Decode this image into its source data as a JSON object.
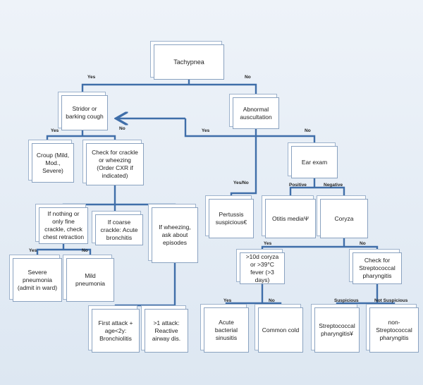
{
  "nodes": {
    "tachypnea": "Tachypnea",
    "stridor": "Stridor or barking cough",
    "abnormal": "Abnormal auscultation",
    "croup": "Croup (Mild, Mod., Severe)",
    "check_crackle": "Check for crackle or wheezing (Order CXR if indicated)",
    "ear_exam": "Ear exam",
    "pertussis": "Pertussis suspicious€",
    "otitis": "Otitis mediaΨ",
    "coryza": "Coryza",
    "fine_crackle": "If nothing or only fine crackle, check chest retraction",
    "coarse_crackle": "If coarse crackle: Acute bronchitis",
    "wheezing_ask": "If wheezing, ask about episodes",
    "severe_pneumonia": "Severe pneumonia (admit in ward)",
    "mild_pneumonia": "Mild pneumonia",
    "coryza_10d": ">10d coryza or >39°C fever (>3 days)",
    "strep_check": "Check for Streptococcal pharyngitis",
    "first_attack": "First attack + age<2y: Bronchiolitis",
    "reactive_airway": ">1 attack: Reactive airway dis.",
    "acute_sinusitis": "Acute bacterial sinusitis",
    "common_cold": "Common cold",
    "strep_pharyngitis": "Streptococcal pharyngitis¥",
    "non_strep": "non-Streptococcal pharyngitis"
  },
  "edge_labels": {
    "yes": "Yes",
    "no": "No",
    "yes_no": "Yes/No",
    "positive": "Positive",
    "negative": "Negative",
    "suspicious": "Suspicious",
    "not_suspicious": "Not Suspicious"
  },
  "colors": {
    "line": "#3f6ea9",
    "box_border": "#8aa2c0",
    "background": "#e6edf6"
  }
}
